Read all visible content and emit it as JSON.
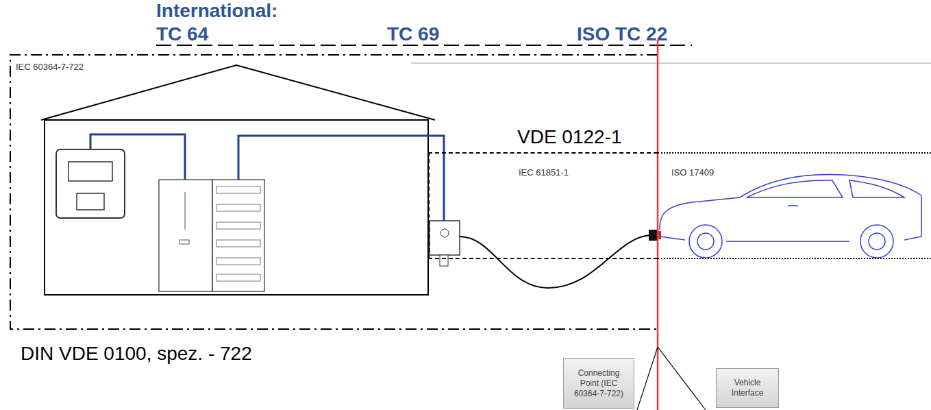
{
  "diagram": {
    "nodes": [
      {
        "text": [
          "IEC 60364-7-722"
        ]
      },
      {
        "text": [
          "IEC 61851-1"
        ]
      },
      {
        "text": [
          "ISO 17409"
        ]
      },
      {
        "text": [
          "Connecting Point (IEC 60364-7-722)"
        ]
      },
      {
        "text": [
          "Vehicle Interface"
        ]
      }
    ],
    "labels": [
      "International:",
      "TC 64",
      "TC 69",
      "ISO TC 22",
      "VDE 0122-1",
      "DIN VDE 0100, spez. - 722"
    ]
  }
}
